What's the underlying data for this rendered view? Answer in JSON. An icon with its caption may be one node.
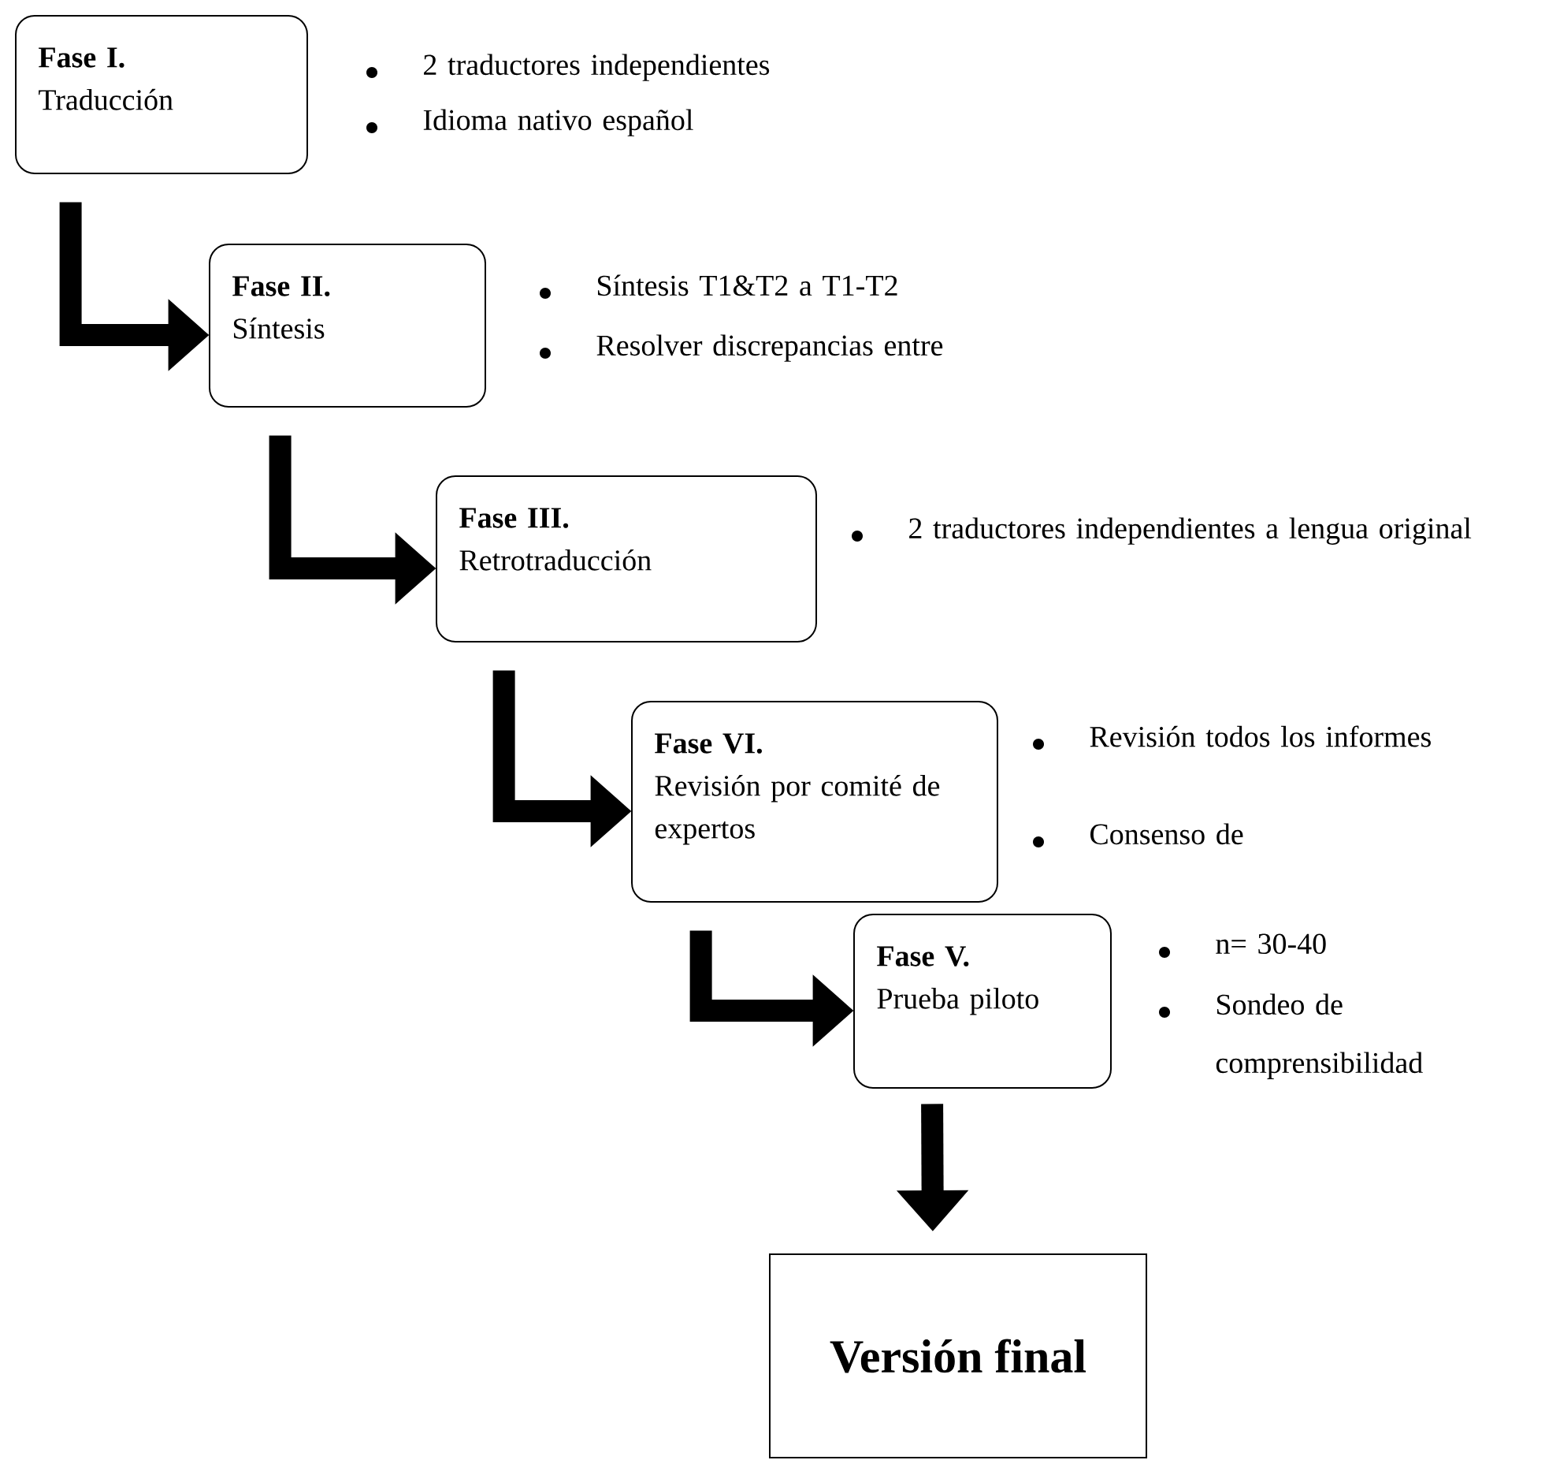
{
  "diagram": {
    "nodes": [
      {
        "text": [
          "Fase I.",
          "Traducción"
        ],
        "beside": [
          "2 traductores independientes",
          "Idioma nativo español"
        ]
      },
      {
        "text": [
          "Fase II.",
          "Síntesis"
        ],
        "beside": [
          "Síntesis T1&T2 a T1-T2",
          "Resolver discrepancias entre"
        ]
      },
      {
        "text": [
          "Fase III.",
          "Retrotraducción"
        ],
        "beside": [
          "2 traductores independientes a lengua original"
        ]
      },
      {
        "text": [
          "Fase VI.",
          "Revisión por comité de expertos"
        ],
        "beside": [
          "Revisión todos los informes",
          "Consenso de"
        ]
      },
      {
        "text": [
          "Fase V.",
          "Prueba piloto"
        ],
        "beside": [
          "n= 30-40",
          "Sondeo de comprensibilidad"
        ]
      },
      {
        "text": [
          "Versión final"
        ]
      }
    ],
    "edges": [
      {
        "from": 0,
        "to": 1,
        "arrow": "to"
      },
      {
        "from": 1,
        "to": 2,
        "arrow": "to"
      },
      {
        "from": 2,
        "to": 3,
        "arrow": "to"
      },
      {
        "from": 3,
        "to": 4,
        "arrow": "to"
      },
      {
        "from": 4,
        "to": 5,
        "arrow": "to"
      }
    ]
  }
}
